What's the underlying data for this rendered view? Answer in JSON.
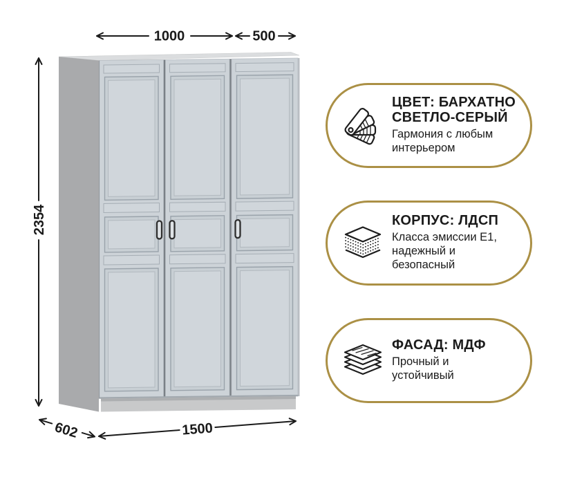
{
  "diagram": {
    "dimension_labels": {
      "width_doors_left": "1000",
      "width_door_right": "500",
      "height": "2354",
      "depth": "602",
      "width_total": "1500"
    },
    "colors": {
      "door_face": "#cdd3d8",
      "side_panel": "#a9aaac",
      "plinth": "#c8c9ca",
      "dimension_ink": "#1a1a1a"
    }
  },
  "badges": [
    {
      "icon": "color-swatch-fan-icon",
      "title_lines": [
        "ЦВЕТ: БАРХАТНО",
        "СВЕТЛО-СЕРЫЙ"
      ],
      "subtitle_lines": [
        "Гармония с любым",
        "интерьером"
      ]
    },
    {
      "icon": "chipboard-layers-icon",
      "title_lines": [
        "КОРПУС: ЛДСП"
      ],
      "subtitle_lines": [
        "Класса эмиссии Е1,",
        "надежный и",
        "безопасный"
      ]
    },
    {
      "icon": "mdf-sheets-icon",
      "title_lines": [
        "ФАСАД: МДФ"
      ],
      "subtitle_lines": [
        "Прочный и",
        "устойчивый"
      ]
    }
  ],
  "badge_style": {
    "border_color": "#ab9045"
  }
}
